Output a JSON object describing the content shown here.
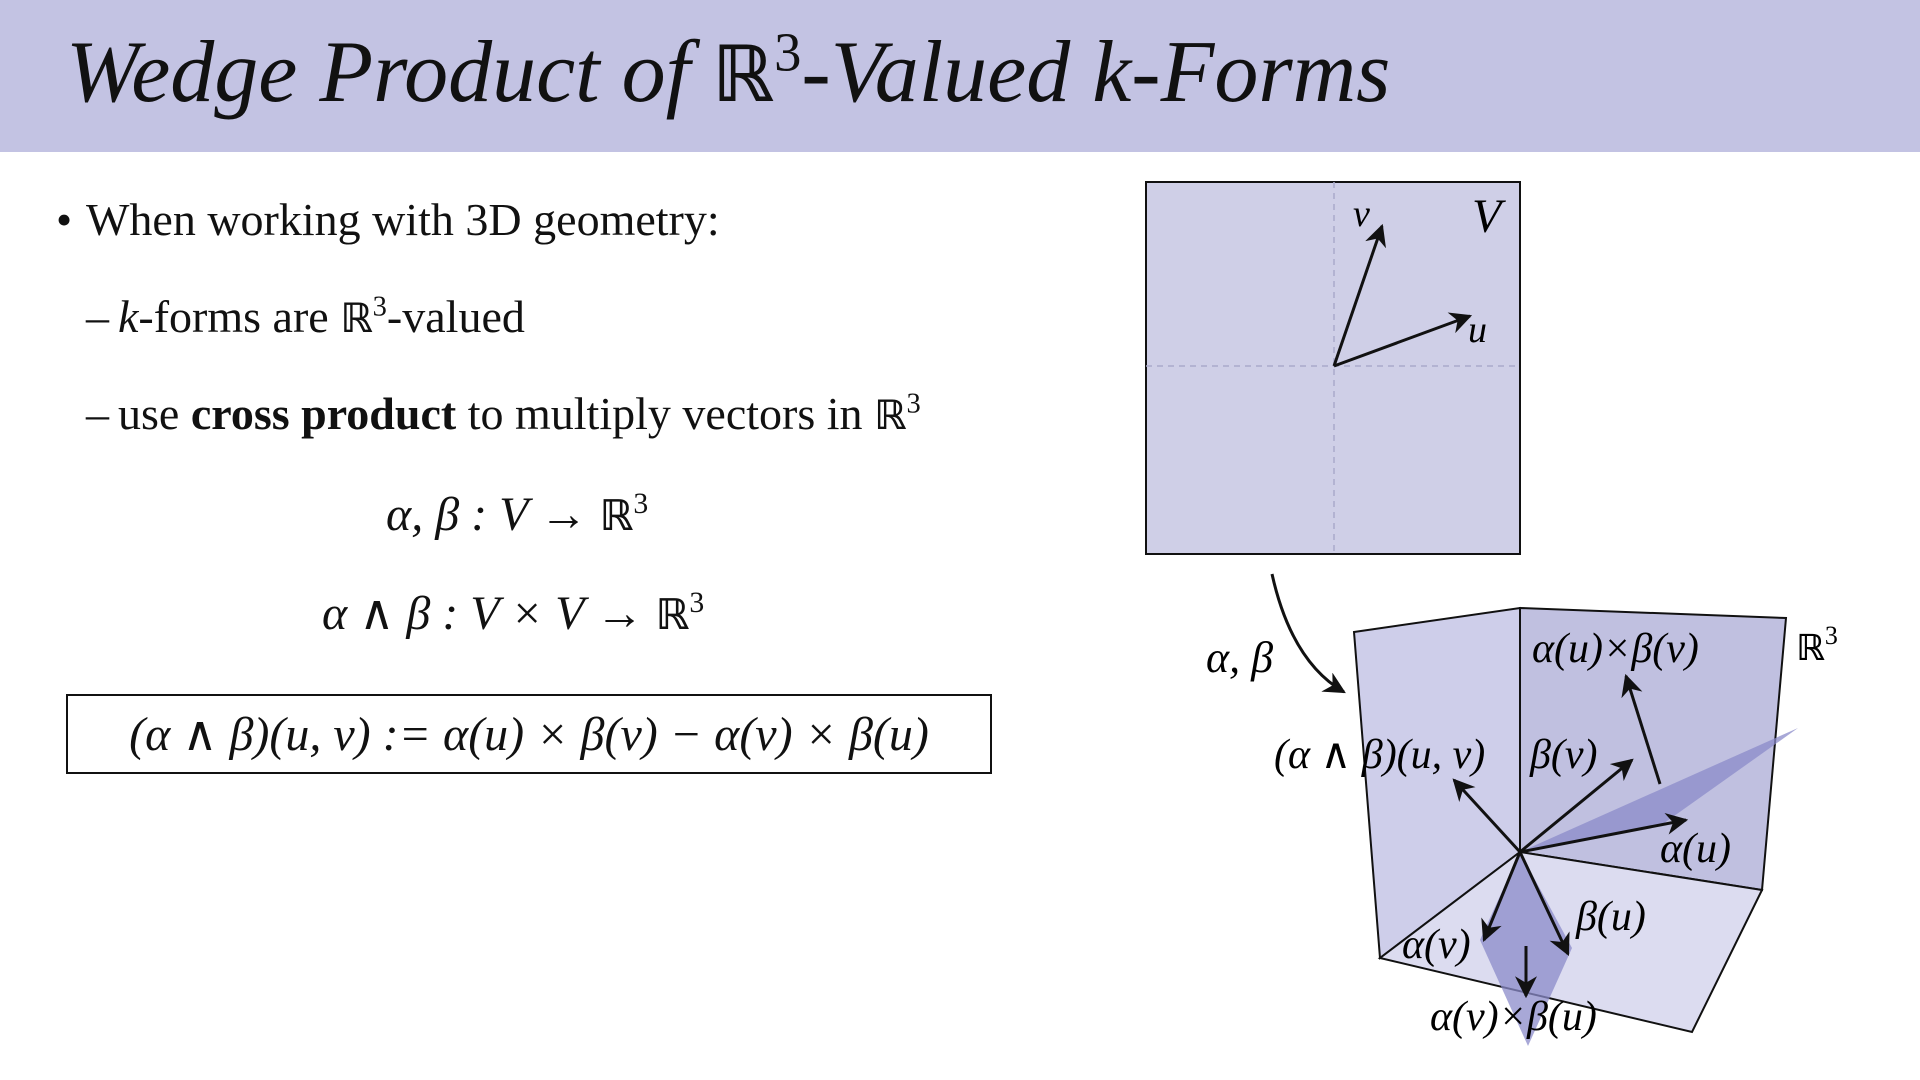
{
  "slide": {
    "title": {
      "part1": "Wedge Product of ",
      "field": "ℝ",
      "exp": "3",
      "part2": "-Valued k-Forms"
    },
    "bullets": {
      "main": "When working with 3D geometry:",
      "sub1": {
        "k": "k",
        "text": "-forms are ",
        "field": "ℝ",
        "exp": "3",
        "tail": "-valued"
      },
      "sub2": {
        "pre": "use ",
        "bold": "cross product",
        "post": " to multiply vectors in ",
        "field": "ℝ",
        "exp": "3"
      }
    },
    "equations": {
      "eq1": {
        "lhs": "α, β : V → ",
        "field": "ℝ",
        "exp": "3"
      },
      "eq2": {
        "lhs": "α ∧ β : V × V → ",
        "field": "ℝ",
        "exp": "3"
      },
      "definition": "(α ∧ β)(u, v) := α(u) × β(v) − α(v) × β(u)"
    },
    "figure": {
      "top_panel": {
        "space_label": "V",
        "u": "u",
        "v": "v"
      },
      "map_label": "α, β",
      "bottom_panel": {
        "space_label": "ℝ",
        "space_exp": "3",
        "alpha_u_cross_beta_v": "α(u)×β(v)",
        "wedge": "(α ∧ β)(u, v)",
        "beta_v": "β(v)",
        "alpha_u": "α(u)",
        "beta_u": "β(u)",
        "alpha_v": "α(v)",
        "alpha_v_cross_beta_u": "α(v)×β(u)"
      }
    },
    "colors": {
      "title_bar": "#c3c3e3",
      "panel_fill": "#cfcfe7",
      "back_plane": "#c0c0e0",
      "side_plane": "#ceceea",
      "floor_plane": "#dcdcf0",
      "triangle": "#8b8bc9",
      "ink": "#111111"
    }
  }
}
